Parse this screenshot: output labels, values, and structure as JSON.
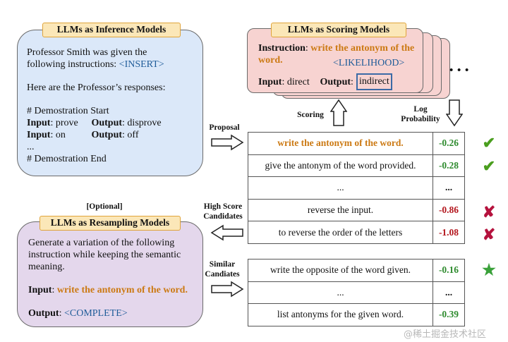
{
  "inference": {
    "title": "LLMs as Inference Models",
    "line1": "Professor Smith was given the",
    "line2_prefix": "following instructions: ",
    "line2_insert": "<INSERT>",
    "line3": "Here are the Professor’s responses:",
    "demo_start": "# Demostration Start",
    "input_label": "Input",
    "output_label": "Output",
    "row1_input": ": prove",
    "row1_output": ": disprove",
    "row2_input": ": on",
    "row2_output": ": off",
    "ellipsis": "...",
    "demo_end": "# Demostration End"
  },
  "scoring": {
    "title": "LLMs as Scoring Models",
    "instruction_label": "Instruction",
    "instruction_sep": ": ",
    "instruction_text_1": "write the antonym of the",
    "instruction_text_2": "word.",
    "likelihood": "<LIKELIHOOD>",
    "input_label": "Input",
    "input_value": ": direct",
    "output_label": "Output",
    "output_sep": ":",
    "output_value": "indirect",
    "more": "• • •"
  },
  "resampling": {
    "optional": "[Optional]",
    "title": "LLMs as Resampling Models",
    "line1": "Generate a variation of the following",
    "line2": "instruction while keeping the semantic",
    "line3": "meaning.",
    "input_label": "Input",
    "input_sep": ": ",
    "input_value": "write the antonym of the word.",
    "output_label": "Output",
    "output_sep": ": ",
    "output_value": "<COMPLETE>"
  },
  "labels": {
    "proposal": "Proposal",
    "scoring": "Scoring",
    "log_prob_1": "Log",
    "log_prob_2": "Probability",
    "high_score_1": "High Score",
    "high_score_2": "Candidates",
    "similar_1": "Similar",
    "similar_2": "Candiates"
  },
  "candidates_top": [
    {
      "text": "write the antonym of the word.",
      "score": "-0.26",
      "mark": "check",
      "highlight": true
    },
    {
      "text": "give the antonym of the word provided.",
      "score": "-0.28",
      "mark": "check"
    },
    {
      "text": "...",
      "score": "...",
      "mark": ""
    },
    {
      "text": "reverse the input.",
      "score": "-0.86",
      "mark": "cross"
    },
    {
      "text": "to reverse the order of the letters",
      "score": "-1.08",
      "mark": "cross"
    }
  ],
  "candidates_bottom": [
    {
      "text": "write the opposite of the word given.",
      "score": "-0.16",
      "mark": "star"
    },
    {
      "text": "...",
      "score": "...",
      "mark": ""
    },
    {
      "text": "list antonyms for the given word.",
      "score": "-0.39",
      "mark": ""
    }
  ],
  "colors": {
    "inference_bg": "#dbe8f9",
    "scoring_bg": "#f7d3d1",
    "resampling_bg": "#e4d7ec",
    "orange": "#cc7a14",
    "blue": "#1f5c99",
    "green": "#2e8b2e",
    "red": "#b3151c",
    "check_color": "#4a9e1e",
    "cross_color": "#b5123d",
    "star_color": "#3aa13a"
  },
  "watermark": "@稀土掘金技术社区"
}
